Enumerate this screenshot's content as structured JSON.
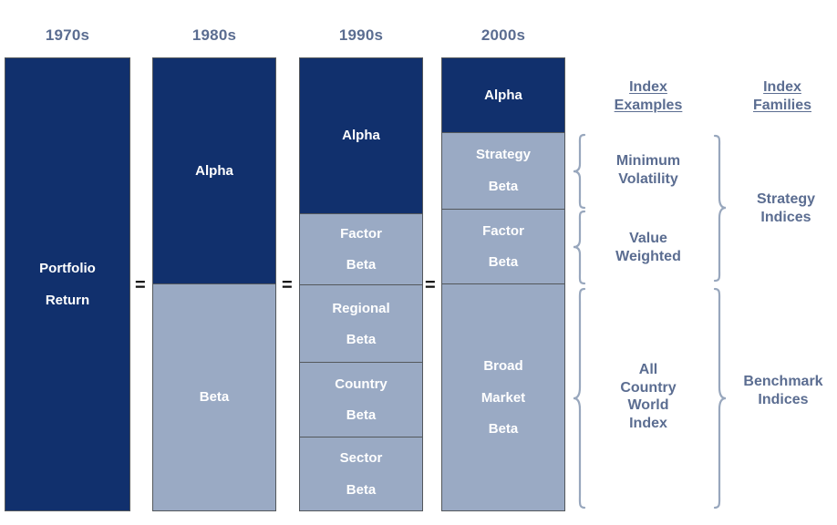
{
  "colors": {
    "alpha_dark_blue": "#11306d",
    "beta_light_blue": "#9aaac4",
    "label_blue_gray": "#5b6d91",
    "segment_border": "#54585c",
    "background": "#ffffff",
    "segment_text": "#ffffff"
  },
  "chart_data": {
    "type": "bar",
    "title": "",
    "xlabel": "",
    "ylabel": "",
    "categories": [
      "1970s",
      "1980s",
      "1990s",
      "2000s"
    ],
    "series": [
      {
        "name": "1970s",
        "segments": [
          {
            "label": "Portfolio Return",
            "tone": "dark",
            "value": 100
          }
        ]
      },
      {
        "name": "1980s",
        "segments": [
          {
            "label": "Alpha",
            "tone": "dark",
            "value": 50
          },
          {
            "label": "Beta",
            "tone": "light",
            "value": 50
          }
        ]
      },
      {
        "name": "1990s",
        "segments": [
          {
            "label": "Alpha",
            "tone": "dark",
            "value": 34.4
          },
          {
            "label": "Factor Beta",
            "tone": "light",
            "value": 15.9
          },
          {
            "label": "Regional Beta",
            "tone": "light",
            "value": 17.1
          },
          {
            "label": "Country Beta",
            "tone": "light",
            "value": 16.5
          },
          {
            "label": "Sector Beta",
            "tone": "light",
            "value": 16.1
          }
        ]
      },
      {
        "name": "2000s",
        "segments": [
          {
            "label": "Alpha",
            "tone": "dark",
            "value": 16.5
          },
          {
            "label": "Strategy Beta",
            "tone": "light",
            "value": 16.9
          },
          {
            "label": "Factor Beta",
            "tone": "light",
            "value": 16.7
          },
          {
            "label": "Broad Market Beta",
            "tone": "light",
            "value": 49.9
          }
        ]
      }
    ],
    "operators": [
      "=",
      "=",
      "="
    ],
    "annotations": {
      "index_examples": [
        "Minimum Volatility",
        "Value Weighted",
        "All Country World Index"
      ],
      "index_families": [
        "Strategy Indices",
        "Benchmark Indices"
      ]
    },
    "grid": false,
    "legend": "none"
  },
  "decades": [
    {
      "label": "1970s"
    },
    {
      "label": "1980s"
    },
    {
      "label": "1990s"
    },
    {
      "label": "2000s"
    }
  ],
  "bars": {
    "bar1": {
      "segments": [
        {
          "label": "Portfolio Return",
          "line1": "Portfolio",
          "line2": "Return"
        }
      ]
    },
    "bar2": {
      "segments": [
        {
          "label": "Alpha",
          "line1": "Alpha",
          "line2": ""
        },
        {
          "label": "Beta",
          "line1": "Beta",
          "line2": ""
        }
      ]
    },
    "bar3": {
      "segments": [
        {
          "label": "Alpha",
          "line1": "Alpha",
          "line2": ""
        },
        {
          "label": "Factor Beta",
          "line1": "Factor",
          "line2": "Beta"
        },
        {
          "label": "Regional Beta",
          "line1": "Regional",
          "line2": "Beta"
        },
        {
          "label": "Country Beta",
          "line1": "Country",
          "line2": "Beta"
        },
        {
          "label": "Sector Beta",
          "line1": "Sector",
          "line2": "Beta"
        }
      ]
    },
    "bar4": {
      "segments": [
        {
          "label": "Alpha",
          "line1": "Alpha",
          "line2": ""
        },
        {
          "label": "Strategy Beta",
          "line1": "Strategy",
          "line2": "Beta"
        },
        {
          "label": "Factor Beta",
          "line1": "Factor",
          "line2": "Beta"
        },
        {
          "label": "Broad Market Beta",
          "line1": "Broad",
          "line2": "Market",
          "line3": "Beta"
        }
      ]
    }
  },
  "operators": {
    "eq1": "=",
    "eq2": "=",
    "eq3": "="
  },
  "columns": {
    "index_examples": {
      "line1": "Index",
      "line2": "Examples"
    },
    "index_families": {
      "line1": "Index",
      "line2": "Families"
    }
  },
  "index_examples": [
    {
      "line1": "Minimum",
      "line2": "Volatility"
    },
    {
      "line1": "Value",
      "line2": "Weighted"
    },
    {
      "line1": "All",
      "line2": "Country",
      "line3": "World",
      "line4": "Index"
    }
  ],
  "index_families": [
    {
      "line1": "Strategy",
      "line2": "Indices"
    },
    {
      "line1": "Benchmark",
      "line2": "Indices"
    }
  ]
}
